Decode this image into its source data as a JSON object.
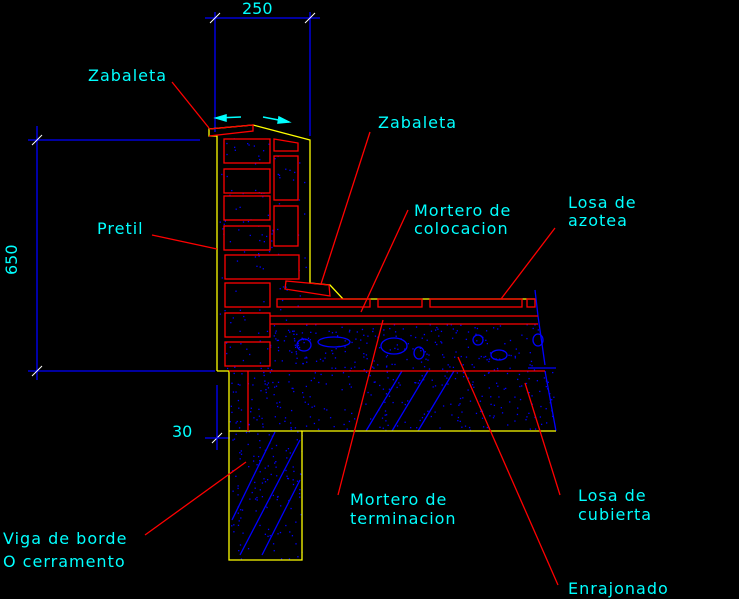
{
  "dimensions": {
    "width_top": "250",
    "height_left": "650",
    "small": "30"
  },
  "labels": {
    "zabaleta_top": "Zabaleta",
    "zabaleta_right": "Zabaleta",
    "pretil": "Pretil",
    "mortero_colocacion_1": "Mortero de",
    "mortero_colocacion_2": "colocacion",
    "losa_azotea_1": "Losa de",
    "losa_azotea_2": "azotea",
    "mortero_terminacion_1": "Mortero de",
    "mortero_terminacion_2": "terminacion",
    "losa_cubierta_1": "Losa de",
    "losa_cubierta_2": "cubierta",
    "enrajonado": "Enrajonado",
    "viga_1": "Viga de borde",
    "viga_2": "O cerramento"
  },
  "colors": {
    "text": "#00ffff",
    "outline": "#ffff00",
    "masonry": "#ff0000",
    "dimension": "#0000ff"
  }
}
